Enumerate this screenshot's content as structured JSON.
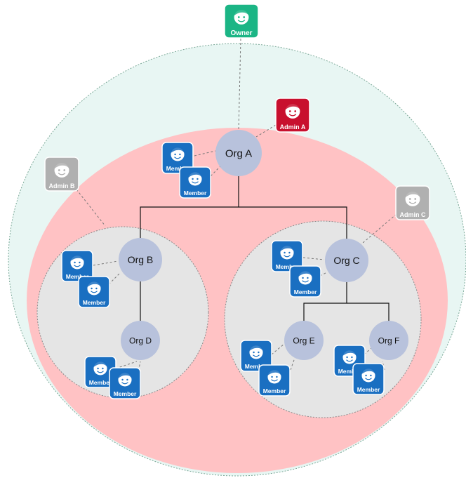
{
  "colors": {
    "outer_zone": "#e8f6f3",
    "admin_zone": "#ffc2c4",
    "sub_zone": "#e5e5e5",
    "org_node": "#b8c2dc",
    "member": "#1a6fc1",
    "admin_active": "#c8102e",
    "admin_inactive": "#b0b0b0",
    "owner": "#1bb585"
  },
  "owner": {
    "label": "Owner",
    "icon": "user-face-icon"
  },
  "admins": [
    {
      "id": "admin-a",
      "label": "Admin A",
      "state": "active",
      "icon": "user-face-icon"
    },
    {
      "id": "admin-b",
      "label": "Admin B",
      "state": "inactive",
      "icon": "user-face-icon"
    },
    {
      "id": "admin-c",
      "label": "Admin C",
      "state": "inactive",
      "icon": "user-face-icon"
    }
  ],
  "orgs": [
    {
      "id": "org-a",
      "label": "Org A"
    },
    {
      "id": "org-b",
      "label": "Org B"
    },
    {
      "id": "org-c",
      "label": "Org C"
    },
    {
      "id": "org-d",
      "label": "Org D"
    },
    {
      "id": "org-e",
      "label": "Org E"
    },
    {
      "id": "org-f",
      "label": "Org F"
    }
  ],
  "member_label": "Member",
  "members_per_org": 2
}
